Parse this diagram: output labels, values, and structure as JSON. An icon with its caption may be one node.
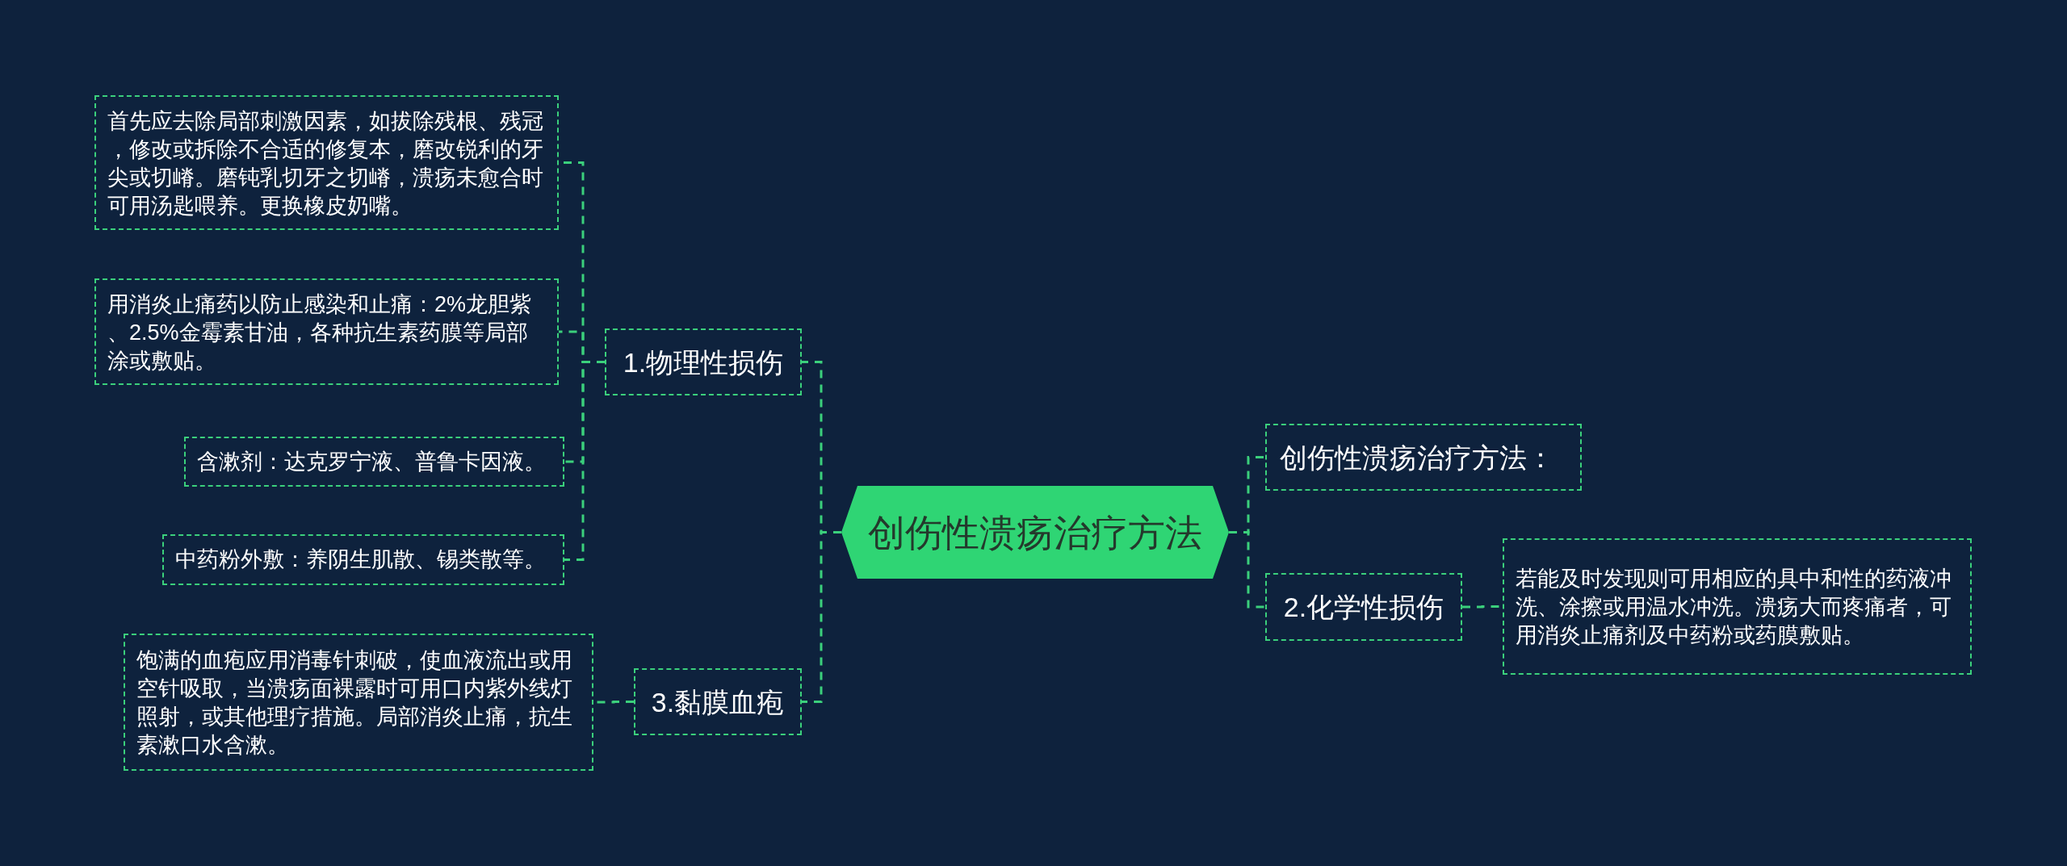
{
  "diagram": {
    "nodes": [
      {
        "text": [
          "创伤性溃疡治疗方法"
        ]
      },
      {
        "text": [
          "1.物理性损伤"
        ]
      },
      {
        "text": [
          "首先应去除局部刺激因素，如拔除残根、残冠，修改或拆除不合适的修复本，磨改锐利的牙尖或切嵴。磨钝乳切牙之切嵴，溃疡未愈合时可用汤匙喂养。更换橡皮奶嘴。"
        ]
      },
      {
        "text": [
          "用消炎止痛药以防止感染和止痛：2%龙胆紫、2.5%金霉素甘油，各种抗生素药膜等局部涂或敷贴。"
        ]
      },
      {
        "text": [
          "含漱剂：达克罗宁液、普鲁卡因液。"
        ]
      },
      {
        "text": [
          "中药粉外敷：养阴生肌散、锡类散等。"
        ]
      },
      {
        "text": [
          "3.黏膜血疱"
        ]
      },
      {
        "text": [
          "饱满的血疱应用消毒针刺破，使血液流出或用空针吸取，当溃疡面裸露时可用口内紫外线灯照射，或其他理疗措施。局部消炎止痛，抗生素漱口水含漱。"
        ]
      },
      {
        "text": [
          "创伤性溃疡治疗方法："
        ]
      },
      {
        "text": [
          "2.化学性损伤"
        ]
      },
      {
        "text": [
          "若能及时发现则可用相应的具中和性的药液冲洗、涂擦或用温水冲洗。溃疡大而疼痛者，可用消炎止痛剂及中药粉或药膜敷贴。"
        ]
      }
    ],
    "edges": [
      {
        "from": 0,
        "to": 1,
        "arrow": "none"
      },
      {
        "from": 1,
        "to": 2,
        "arrow": "none"
      },
      {
        "from": 1,
        "to": 3,
        "arrow": "none"
      },
      {
        "from": 1,
        "to": 4,
        "arrow": "none"
      },
      {
        "from": 1,
        "to": 5,
        "arrow": "none"
      },
      {
        "from": 0,
        "to": 6,
        "arrow": "none"
      },
      {
        "from": 6,
        "to": 7,
        "arrow": "none"
      },
      {
        "from": 0,
        "to": 8,
        "arrow": "none"
      },
      {
        "from": 0,
        "to": 9,
        "arrow": "none"
      },
      {
        "from": 9,
        "to": 10,
        "arrow": "none"
      }
    ]
  }
}
